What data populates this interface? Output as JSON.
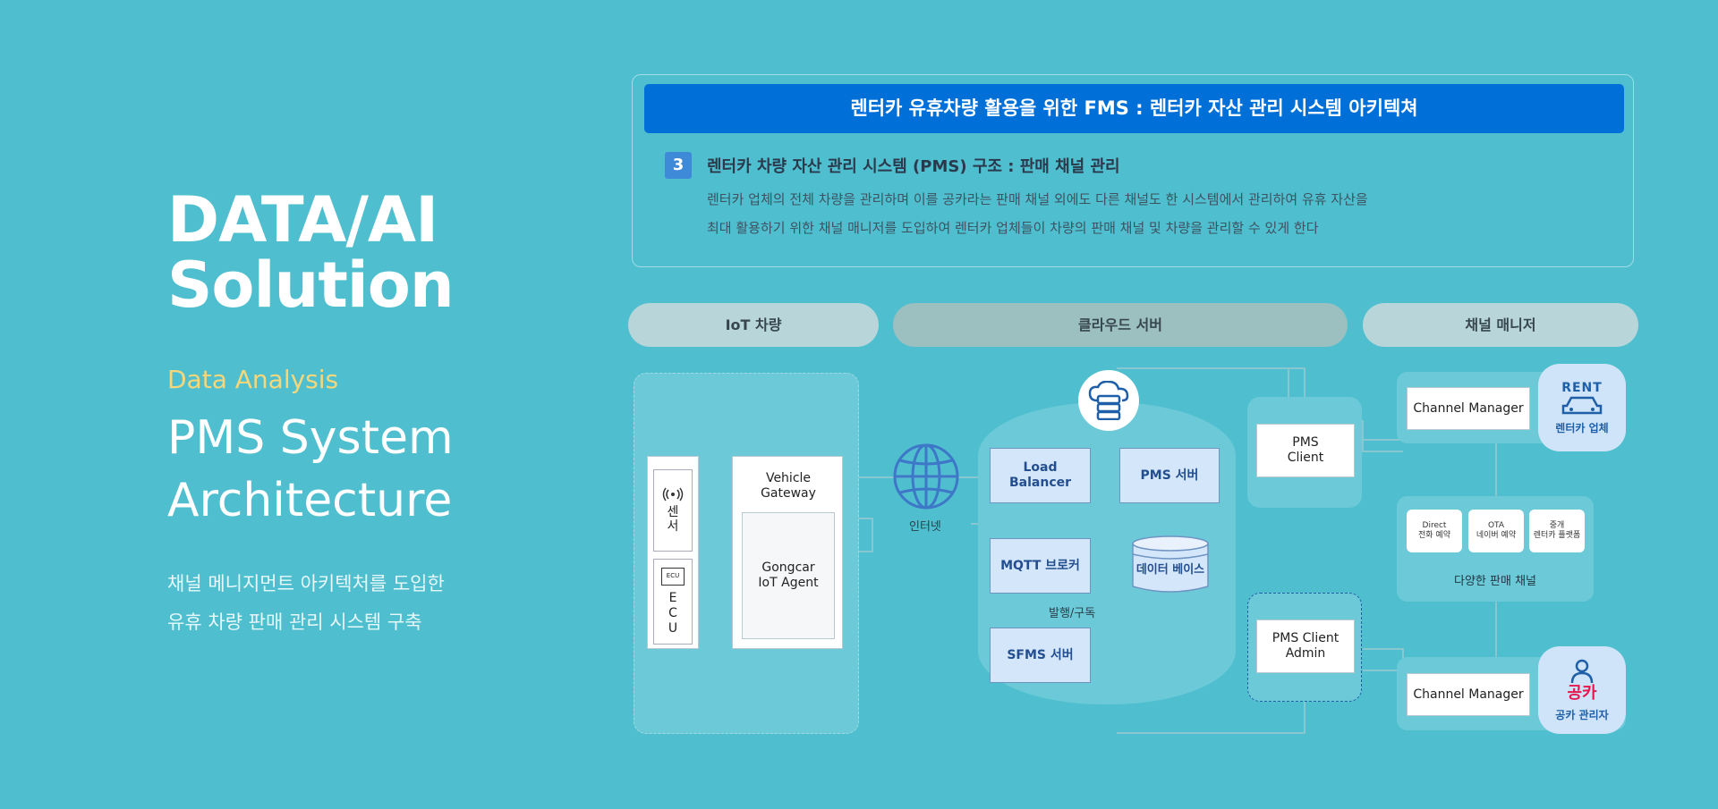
{
  "hero": {
    "title_line1": "DATA/AI",
    "title_line2": "Solution",
    "kicker": "Data Analysis",
    "sub_line1": "PMS System",
    "sub_line2": "Architecture",
    "desc_line1": "채널 메니지먼트 아키텍처를 도입한",
    "desc_line2": "유휴 차량 판매 관리 시스템 구축"
  },
  "card": {
    "banner": "렌터카 유휴차량 활용을 위한 FMS : 렌터카 자산 관리 시스템 아키텍쳐",
    "number": "3",
    "heading": "렌터카 차량 자산 관리 시스템 (PMS) 구조 : 판매 채널 관리",
    "line1": "렌터카 업체의 전체 차량을 관리하며 이를 공카라는 판매 채널 외에도 다른 채널도 한 시스템에서 관리하여 유휴 자산을",
    "line2": "최대 활용하기 위한 채널 매니저를 도입하여 렌터카 업체들이 차량의 판매 채널 및 차량을 관리할 수 있게 한다"
  },
  "columns": {
    "iot": "IoT 차량",
    "cloud": "클라우드 서버",
    "channel": "채널 매니저"
  },
  "iot": {
    "sensor": "센서",
    "ecu_chip": "ECU",
    "ecu": "ECU",
    "gateway": "Vehicle Gateway",
    "agent": "Gongcar IoT Agent",
    "internet": "인터넷"
  },
  "cloud": {
    "load_balancer": "Load Balancer",
    "pms_server": "PMS 서버",
    "mqtt": "MQTT 브로커",
    "database": "데이터 베이스",
    "pubsub": "발행/구독",
    "sfms": "SFMS 서버"
  },
  "clients": {
    "pms_client": "PMS Client",
    "pms_client_admin": "PMS Client Admin"
  },
  "channel": {
    "manager_top": "Channel Manager",
    "rent_logo": "RENT",
    "rental_company": "렌터카 업체",
    "direct_1": "Direct",
    "direct_2": "전화 예약",
    "ota_1": "OTA",
    "ota_2": "네이버 예약",
    "broker_1": "중개",
    "broker_2": "렌터카 플랫폼",
    "various": "다양한 판매 채널",
    "manager_bottom": "Channel Manager",
    "gongka_logo": "공카",
    "gongka_admin": "공카 관리자"
  },
  "colors": {
    "background": "#4fbfcf",
    "banner": "#0070d8",
    "accent_yellow": "#f7d77a",
    "node_blue": "#d4e6fa"
  }
}
